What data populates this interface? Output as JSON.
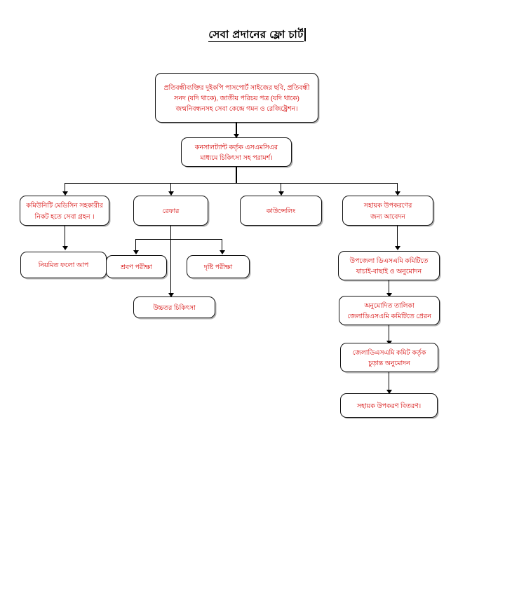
{
  "page": {
    "title": "সেবা প্রদানের ফ্লো চার্ট"
  },
  "flowchart": {
    "nodes": [
      {
        "id": "intake",
        "label": "প্রতিবন্ধীব্যক্তির দুইকপি পাসপোর্ট সাইজের ছবি, প্রতিবন্ধী\nসনদ (যদি থাকে), জাতীয় পরিচয় পত্র (যদি থাকে)\nজন্মনিবন্ধনসহ সেবা কেন্দ্রে গমন  ও   রেজিষ্ট্রেশন।"
      },
      {
        "id": "consult",
        "label": "কনসালট্যান্ট কর্তৃক  এসএমসিএর\nমাধ্যমে চিকিৎসা সহ পরামর্শ।"
      },
      {
        "id": "community-medicine",
        "label": "কমিউনিটি মেডিসিন সহকারীর\nনিকট হতে সেবা  গ্রহন ।"
      },
      {
        "id": "refer",
        "label": "রেফার"
      },
      {
        "id": "counseling",
        "label": "কাউন্সেলিং"
      },
      {
        "id": "assistive-apply",
        "label": "সহায়ক  উপকরণের\nজন্য  আবেদন"
      },
      {
        "id": "followup",
        "label": "নিয়মিত ফলো আপ"
      },
      {
        "id": "hearing-test",
        "label": "শ্রবণ  পরীক্ষা"
      },
      {
        "id": "vision-test",
        "label": "দৃষ্টি  পরীক্ষা"
      },
      {
        "id": "higher-treatment",
        "label": "উচ্চতর  চিকিৎসা"
      },
      {
        "id": "upazila-committee",
        "label": "উপজেলা ডিএসএমি কমিটিতে\nযাচাই-বাছাই ও  অনুমোদন"
      },
      {
        "id": "send-district",
        "label": "অনুমোদিত তালিকা\nজেলাডিএসএমি কমিটিতে প্রেরন"
      },
      {
        "id": "district-final",
        "label": "জেলাডিএসএমি কমিট কর্তৃক\nচুড়ান্ত  অনুমোদন"
      },
      {
        "id": "distribute",
        "label": "সহায়ক  উপকরণ  বিতরণ।"
      }
    ],
    "colors": {
      "node_text": "#d40000",
      "node_border": "#111111",
      "node_fill": "#ffffff",
      "connector": "#000000",
      "title_text": "#000000"
    }
  }
}
